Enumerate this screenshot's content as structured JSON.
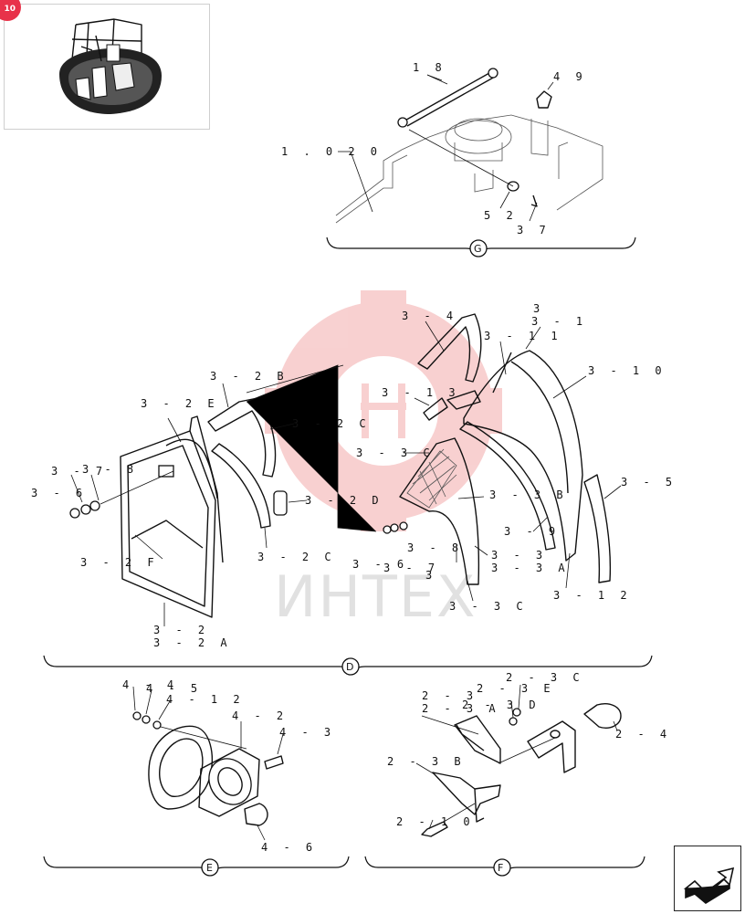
{
  "badge": "10",
  "watermark": "ИНТЕХ",
  "sections": {
    "G": "G",
    "D": "D",
    "E": "E",
    "F": "F"
  },
  "labels": {
    "p18": "1 8",
    "p49": "4 9",
    "p1020": "1 . 0 2 0",
    "p52": "5 2",
    "p37": "3 7",
    "p3": "3",
    "p3_1": "3 - 1",
    "p3_4": "3 - 4",
    "p3_11": "3 - 1 1",
    "p3_10": "3 - 1 0",
    "p3_13": "3 - 1 3",
    "p3_2B": "3 - 2 B",
    "p3_2E": "3 - 2 E",
    "p3_2C_top": "3 - 2 C",
    "p3_3C_top": "3 - 3 C",
    "p3_7_left": "3 - 7",
    "p3_8_left": "3 - 8",
    "p3_6_left": "3 - 6",
    "p3_2D": "3 - 2 D",
    "p3_3B": "3 - 3 B",
    "p3_5": "3 - 5",
    "p3_9": "3 - 9",
    "p3_2F": "3 - 2 F",
    "p3_2C_bottom": "3 - 2 C",
    "p3_6_mid": "3 - 6",
    "p3_8_mid": "3 - 8",
    "p3_7_mid": "3 - 7",
    "p3_mid": "3",
    "p3_3": "3 - 3",
    "p3_3A": "3 - 3 A",
    "p3_12": "3 - 1 2",
    "p3_3C_bottom": "3 - 3 C",
    "p3_2": "3 - 2",
    "p3_2A": "3 - 2 A",
    "p4_4": "4 - 4",
    "p4_5": "4 - 5",
    "p4_12": "4 - 1 2",
    "p4_2": "4 - 2",
    "p4_3": "4 - 3",
    "p4_6": "4 - 6",
    "p2_3C": "2 - 3 C",
    "p2_3E": "2 - 3 E",
    "p2_3": "2 - 3",
    "p2_3A": "2 - 3 A",
    "p2_3D": "2 - 3 D",
    "p2_4": "2 - 4",
    "p2_3B": "2 - 3 B",
    "p2_10": "2 - 1 0"
  },
  "colors": {
    "line": "#111111",
    "badge": "#e8324a",
    "watermark_logo": "#f2a3a3"
  },
  "icons": {
    "thumbnail": "excavator-cab-thumbnail-icon",
    "nav": "next-page-arrow-icon"
  }
}
